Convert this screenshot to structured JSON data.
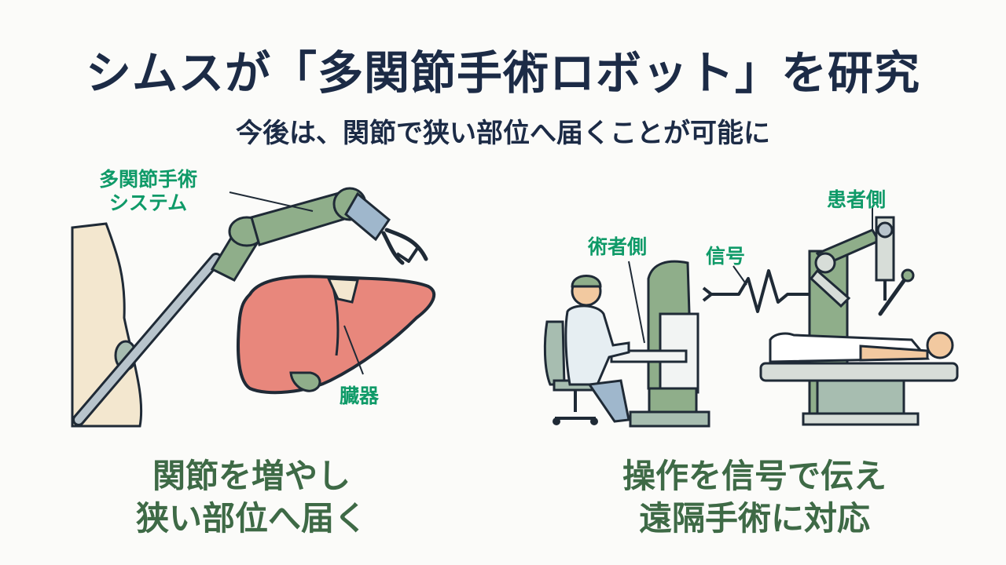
{
  "title": "シムスが「多関節手術ロボット」を研究",
  "subtitle": "今後は、関節で狭い部位へ届くことが可能に",
  "left_panel": {
    "label_system_line1": "多関節手術",
    "label_system_line2": "システム",
    "label_organ": "臓器",
    "caption_line1": "関節を増やし",
    "caption_line2": "狭い部位へ届く"
  },
  "right_panel": {
    "label_operator": "術者側",
    "label_signal": "信号",
    "label_patient": "患者側",
    "caption_line1": "操作を信号で伝え",
    "caption_line2": "遠隔手術に対応"
  },
  "colors": {
    "title": "#1c2b46",
    "label_green": "#0f9a68",
    "caption_green": "#3e6a46",
    "robot_green": "#8fae8a",
    "organ_red": "#e8877c"
  }
}
